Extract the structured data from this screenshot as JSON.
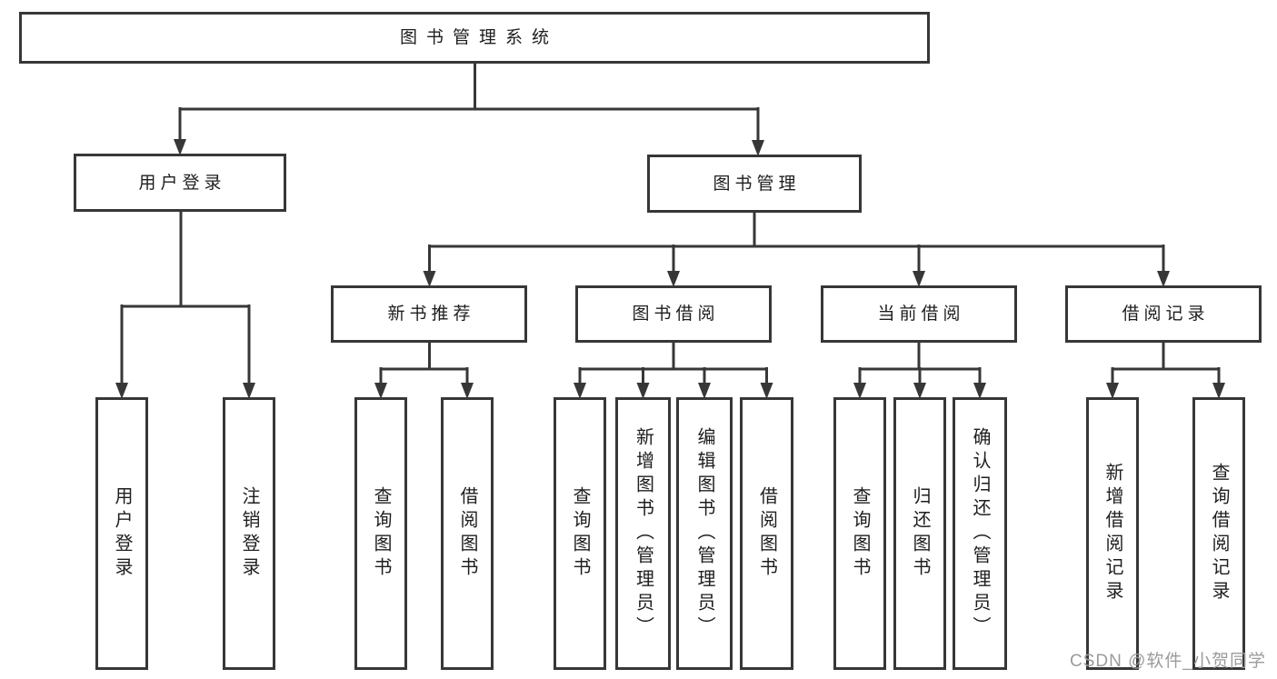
{
  "diagram": {
    "tree": {
      "root": {
        "label": "图书管理系统",
        "children": [
          {
            "label": "用户登录",
            "children": [
              {
                "label": "用户登录"
              },
              {
                "label": "注销登录"
              }
            ]
          },
          {
            "label": "图书管理",
            "children": [
              {
                "label": "新书推荐",
                "children": [
                  {
                    "label": "查询图书"
                  },
                  {
                    "label": "借阅图书"
                  }
                ]
              },
              {
                "label": "图书借阅",
                "children": [
                  {
                    "label": "查询图书"
                  },
                  {
                    "label": "新增图书（管理员）"
                  },
                  {
                    "label": "编辑图书（管理员）"
                  },
                  {
                    "label": "借阅图书"
                  }
                ]
              },
              {
                "label": "当前借阅",
                "children": [
                  {
                    "label": "查询图书"
                  },
                  {
                    "label": "归还图书"
                  },
                  {
                    "label": "确认归还（管理员）"
                  }
                ]
              },
              {
                "label": "借阅记录",
                "children": [
                  {
                    "label": "新增借阅记录"
                  },
                  {
                    "label": "查询借阅记录"
                  }
                ]
              }
            ]
          }
        ]
      }
    },
    "watermark": {
      "label": "CSDN @软件_小贺同学"
    },
    "colors": {
      "line": "#373737",
      "box_border": "#373737",
      "box_fill": "#ffffff",
      "text": "#1e1e1e",
      "watermark_text": "#9b9b9b",
      "background": "#ffffff"
    }
  }
}
